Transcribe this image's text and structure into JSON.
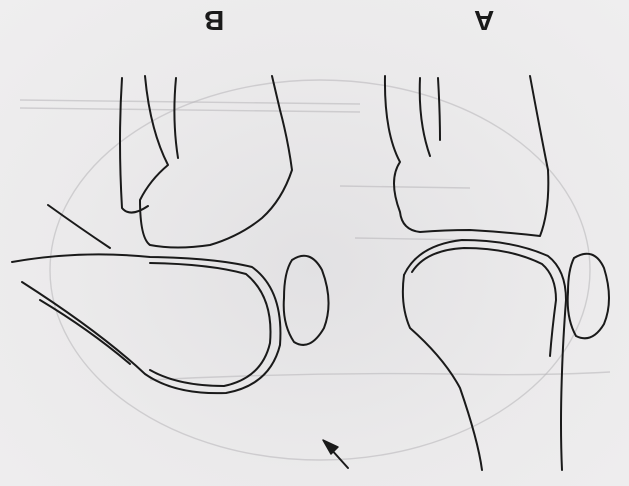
{
  "panels": [
    {
      "id": "B",
      "label": "B"
    },
    {
      "id": "A",
      "label": "A"
    }
  ],
  "annotations": {
    "arrow_icon": "arrow-up-left-icon"
  },
  "colors": {
    "line": "#1a1a1a",
    "background": "#e9e8e9"
  }
}
